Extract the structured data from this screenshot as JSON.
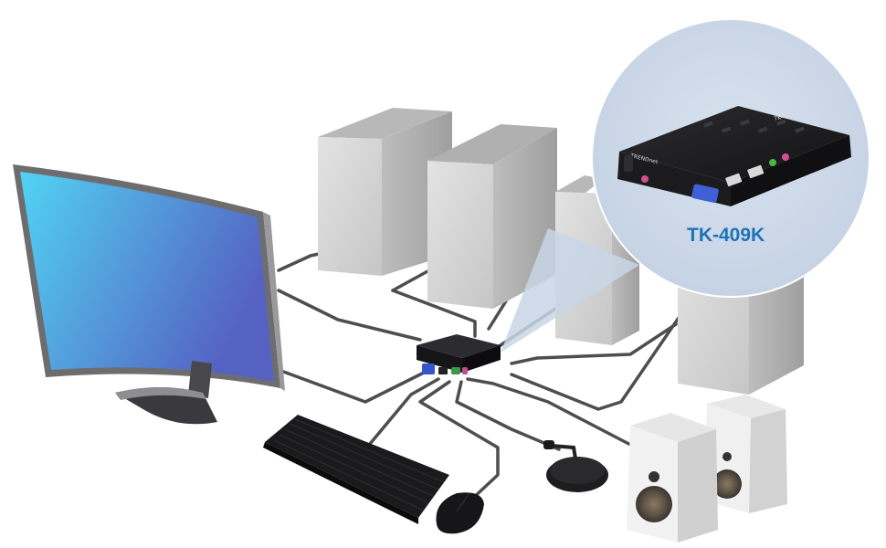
{
  "product": {
    "model": "TK-409K",
    "badge_text": "TK-409K",
    "brand_text": "TRENDnet"
  },
  "colors": {
    "monitor_screen_start": "#52d3f3",
    "monitor_screen_end": "#5562c2",
    "device_body": "#1b1b1d",
    "model_label": "#1e73b7",
    "bubble": "#c9d6e6",
    "cable": "#555555",
    "tower": "#cfcfcf"
  },
  "components": [
    {
      "name": "curved-monitor"
    },
    {
      "name": "computer-tower",
      "count": 4
    },
    {
      "name": "kvm-switch"
    },
    {
      "name": "keyboard"
    },
    {
      "name": "mouse"
    },
    {
      "name": "microphone"
    },
    {
      "name": "speaker",
      "count": 2
    }
  ]
}
